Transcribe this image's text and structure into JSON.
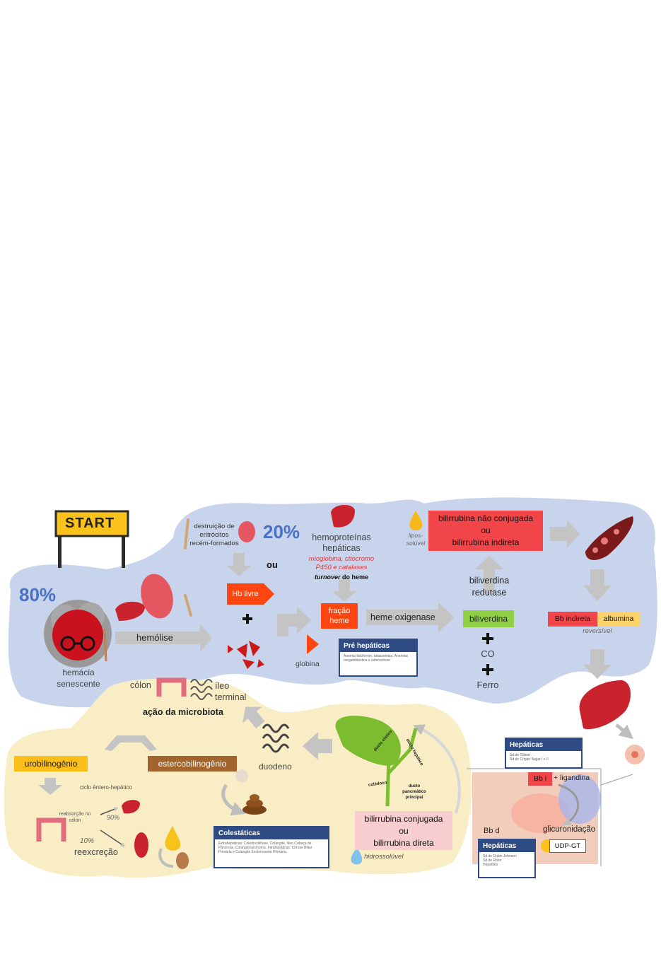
{
  "start_sign": "START",
  "pct_80": "80%",
  "pct_20": "20%",
  "ou_mid": "ou",
  "rbc": {
    "line1": "hemácia",
    "line2": "senescente"
  },
  "hemolise": "hemólise",
  "destruicao": {
    "line1": "destruição de",
    "line2": "eritrócitos",
    "line3": "recém-formados"
  },
  "hb_livre": "Hb livre",
  "globina": "globina",
  "fracao_heme": {
    "line1": "fração",
    "line2": "heme"
  },
  "hemoproteinas": {
    "line1": "hemoproteínas",
    "line2": "hepáticas",
    "red1": "mioglobina, citocromo",
    "red2": "P450  e catalases",
    "turnover_a": "turnover",
    "turnover_b": " do heme"
  },
  "heme_oxigenase": "heme oxigenase",
  "biliverdina": "biliverdina",
  "co": "CO",
  "ferro": "Ferro",
  "biliverdina_redutase": {
    "line1": "biliverdina",
    "line2": "redutase"
  },
  "lipossoluvel": {
    "line1": "lipos-",
    "line2": "solúvel"
  },
  "bil_nao_conj": {
    "line1": "bilirrubina não conjugada",
    "line2": "ou",
    "line3": "bilirrubina indireta"
  },
  "bb_indireta": "Bb indireta",
  "albumina": "albumina",
  "reversivel": "reversível",
  "pre_hepaticas": {
    "title": "Pré hepáticas",
    "body": "Anemia falciforme, talassemias, Anemias megaloblástica e esferocitose"
  },
  "hepaticas_top": {
    "title": "Hepáticas",
    "body1": "Sd de Gilbert",
    "body2": "Sd de Crigler Najjar I e II"
  },
  "bb_i": "Bb i",
  "ligandina": "+ ligandina",
  "glicuronidacao": "glicuronidação",
  "udp_gt": "UDP-GT",
  "bb_d": "Bb d",
  "hepaticas_bottom": {
    "title": "Hepáticas",
    "body1": "Sd de Dubin Johnson",
    "body2": "Sd de Rotor",
    "body3": "Hepatites"
  },
  "colon": "cólon",
  "ileo": {
    "line1": "íleo",
    "line2": "terminal"
  },
  "acao_microbiota": "ação da microbiota",
  "urobilinogenio": "urobilinogênio",
  "estercobilinogenio": "estercobilinogênio",
  "duodeno": "duodeno",
  "ciclo": "ciclo êntero-hepático",
  "reabsorcao": {
    "line1": "reabsorção no",
    "line2": "cólon"
  },
  "pct_90": "90%",
  "pct_10": "10%",
  "reexcrecao": "reexcreção",
  "colestaticas": {
    "title": "Colestáticas",
    "body": "Extrahepáticas: Coledocolitíase, Colangite, Neo Cabeça de Pâncreas, Colangiocarcinoma. Intrahepáticas: Cirrose Biliar Primária e Colangite Esclerosante Primária."
  },
  "ducts": {
    "cistico": "ducto cístico",
    "hepatico": "ducto hepático",
    "coledoco": "colédoco",
    "pancreatico": "ducto pancreático principal"
  },
  "bil_conj": {
    "line1": "bilirrubina conjugada",
    "line2": "ou",
    "line3": "bilirrubina direta"
  },
  "hidrossoluvel": "hidrossolúvel",
  "colors": {
    "blue_region": "#c7d4ec",
    "yellow_region": "#f8edc5",
    "red_box": "#f1454a",
    "orange_box": "#ff4610",
    "green_box": "#8fd046",
    "yellow_box": "#fbbe18",
    "brown_box": "#a0642c",
    "panel_blue": "#2f4b83",
    "pink_box": "#f8cdd0",
    "pct_blue": "#4a72c4"
  }
}
